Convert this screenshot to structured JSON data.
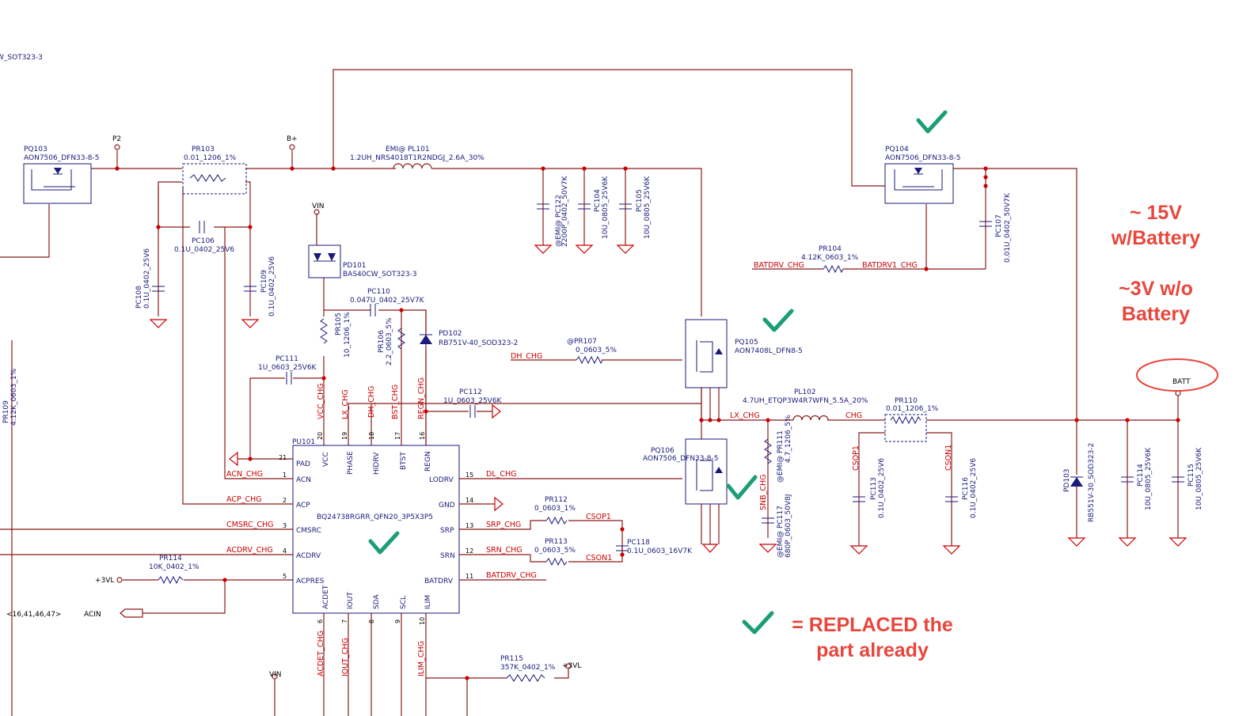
{
  "annotations": {
    "v15": "~ 15V",
    "wbat": "w/Battery",
    "v3": "~3V  w/o",
    "bat": "Battery",
    "replaced1": "= REPLACED the",
    "replaced2": "part already",
    "check_color": "#1b9e77",
    "text_color": "#e8463c"
  },
  "nets": {
    "p2": "P2",
    "bplus": "B+",
    "vin": "VIN",
    "batt": "BATT",
    "dh_chg": "DH_CHG",
    "lx_chg": "LX_CHG",
    "chg": "CHG",
    "dl_chg": "DL_CHG",
    "acn_chg": "ACN_CHG",
    "acp_chg": "ACP_CHG",
    "cmsrc_chg": "CMSRC_CHG",
    "acdrv_chg": "ACDRV_CHG",
    "srp_chg": "SRP_CHG",
    "srn_chg": "SRN_CHG",
    "csop1": "CSOP1",
    "cson1": "CSON1",
    "batdrv_chg": "BATDRV_CHG",
    "batdrv1_chg": "BATDRV1_CHG",
    "vcc_chg": "VCC_CHG",
    "dh_chg_v": "DH_CHG",
    "bst_chg": "BST_CHG",
    "regn_chg": "REGN_CHG",
    "snb_chg": "SNB_CHG",
    "acdet_chg": "ACDET_CHG",
    "iout_chg": "IOUT_CHG",
    "ilim_chg": "ILIM_CHG",
    "csop1_v": "CSOP1",
    "cson1_v": "CSON1",
    "plus3vl_a": "+3VL",
    "plus3vl_b": "+3VL",
    "vin2": "VIN",
    "acin": "ACIN",
    "acin_ref": "<16,41,46,47>"
  },
  "parts": {
    "pq103": {
      "ref": "PQ103",
      "val": "AON7506_DFN33-8-5"
    },
    "pr103": {
      "ref": "PR103",
      "val": "0.01_1206_1%"
    },
    "pl101": {
      "ref": "EMI@  PL101",
      "val": "1.2UH_NRS4018T1R2NDGJ_2.6A_30%"
    },
    "pc122": {
      "ref": "@EMI@ PC122",
      "val": "2200P_0402_50V7K"
    },
    "pc104": {
      "ref": "PC104",
      "val": "10U_0805_25V6K"
    },
    "pc105": {
      "ref": "PC105",
      "val": "10U_0805_25V6K"
    },
    "pq104": {
      "ref": "PQ104",
      "val": "AON7506_DFN33-8-5"
    },
    "pc107": {
      "ref": "PC107",
      "val": "0.01U_0402_50V7K"
    },
    "pr104": {
      "ref": "PR104",
      "val": "4.12K_0603_1%"
    },
    "pc106": {
      "ref": "PC106",
      "val": "0.1U_0402_25V6"
    },
    "pc108": {
      "ref": "PC108",
      "val": "0.1U_0402_25V6"
    },
    "pc109": {
      "ref": "PC109",
      "val": "0.1U_0402_25V6"
    },
    "pd101": {
      "ref": "PD101",
      "val": "BAS40CW_SOT323-3"
    },
    "pc110": {
      "ref": "PC110",
      "val": "0.047U_0402_25V7K"
    },
    "pr105": {
      "ref": "PR105",
      "val": "10_1206_1%"
    },
    "pr106": {
      "ref": "PR106",
      "val": "2.2_0603_5%"
    },
    "pd102": {
      "ref": "PD102",
      "val": "RB751V-40_SOD323-2"
    },
    "pr107": {
      "ref": "@PR107",
      "val": "0_0603_5%"
    },
    "pq105": {
      "ref": "PQ105",
      "val": "AON7408L_DFN8-5"
    },
    "pc111": {
      "ref": "PC111",
      "val": "1U_0603_25V6K"
    },
    "pc112": {
      "ref": "PC112",
      "val": "1U_0603_25V6K"
    },
    "pl102": {
      "ref": "PL102",
      "val": "4.7UH_ETQP3W4R7WFN_5.5A_20%"
    },
    "pr110": {
      "ref": "PR110",
      "val": "0.01_1206_1%"
    },
    "pq106": {
      "ref": "PQ106",
      "val": "AON7506_DFN33-8-5"
    },
    "pr111": {
      "ref": "@EMI@ PR111",
      "val": "4.7_1206_5%"
    },
    "pc117": {
      "ref": "@EMI@ PC117",
      "val": "680P_0603_50V8J"
    },
    "pc113": {
      "ref": "PC113",
      "val": "0.1U_0402_25V6"
    },
    "pc116": {
      "ref": "PC116",
      "val": "0.1U_0402_25V6"
    },
    "pd103": {
      "ref": "PD103",
      "val": "RB551V-30_SOD323-2"
    },
    "pc114": {
      "ref": "PC114",
      "val": "10U_0805_25V6K"
    },
    "pc115": {
      "ref": "PC115",
      "val": "10U_0805_25V6K"
    },
    "pr112": {
      "ref": "PR112",
      "val": "0_0603_1%"
    },
    "pr113": {
      "ref": "PR113",
      "val": "0_0603_5%"
    },
    "pc118": {
      "ref": "PC118",
      "val": "0.1U_0603_16V7K"
    },
    "pr114": {
      "ref": "PR114",
      "val": "10K_0402_1%"
    },
    "pr115": {
      "ref": "PR115",
      "val": "357K_0402_1%"
    },
    "pr109": {
      "ref": "PR109",
      "val": "4.12K_0603_1%"
    },
    "pu101": {
      "ref": "PU101",
      "val": "BQ24738RGRR_QFN20_3P5X3P5"
    },
    "left_top": {
      "val": "W_SOT323-3"
    }
  },
  "ic_pins": {
    "left": [
      "PAD",
      "ACN",
      "ACP",
      "CMSRC",
      "ACDRV",
      "ACPRES"
    ],
    "left_nums": [
      "21",
      "1",
      "2",
      "3",
      "4",
      "5"
    ],
    "right": [
      "LODRV",
      "GND",
      "SRP",
      "SRN",
      "BATDRV"
    ],
    "right_nums": [
      "15",
      "14",
      "13",
      "12",
      "11"
    ],
    "top": [
      "VCC",
      "PHASE",
      "HIDRV",
      "BTST",
      "REGN"
    ],
    "top_nums": [
      "20",
      "19",
      "18",
      "17",
      "16"
    ],
    "bottom": [
      "ACDET",
      "IOUT",
      "SDA",
      "SCL",
      "ILIM"
    ],
    "bottom_nums": [
      "6",
      "7",
      "8",
      "9",
      "10"
    ]
  }
}
